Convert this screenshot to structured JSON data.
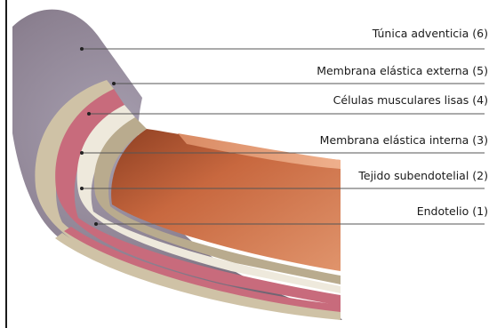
{
  "labels": [
    {
      "text": "Túnica adventicia (6)"
    },
    {
      "text": "Membrana elástica externa (5)"
    },
    {
      "text": "Células musculares lisas (4)"
    },
    {
      "text": "Membrana elástica interna (3)"
    },
    {
      "text": "Tejido subendotelial (2)"
    },
    {
      "text": "Endotelio (1)"
    }
  ],
  "colors": {
    "adventitia": "#8f8593",
    "external_elastic": "#cfc2a6",
    "smooth_muscle": "#c86b7c",
    "internal_elastic": "#eee9dc",
    "subendothelial": "#b9ab8e",
    "endothelium": "#d9825a",
    "lumen": "#c9663d",
    "leader_line": "#555555"
  }
}
